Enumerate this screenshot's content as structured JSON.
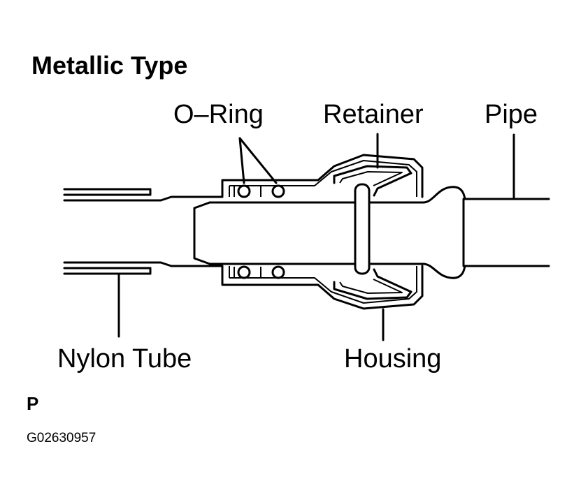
{
  "diagram": {
    "title": "Metallic Type",
    "labels": {
      "o_ring": "O–Ring",
      "retainer": "Retainer",
      "pipe": "Pipe",
      "nylon_tube": "Nylon Tube",
      "housing": "Housing"
    },
    "figure_mark": "P",
    "figure_code": "G02630957"
  }
}
